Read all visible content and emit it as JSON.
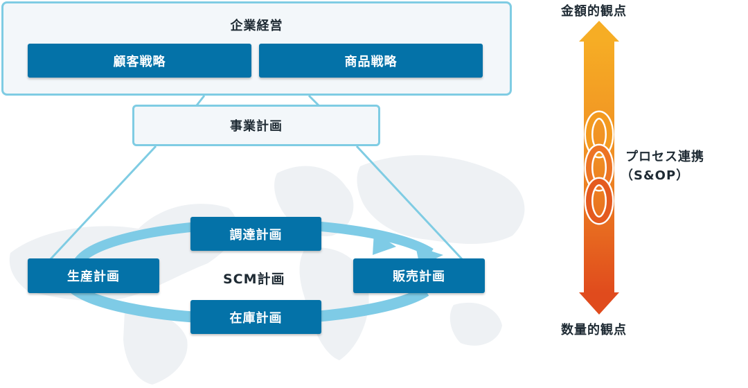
{
  "business": {
    "title": "企業経営",
    "customer_strategy": "顧客戦略",
    "product_strategy": "商品戦略",
    "business_plan": "事業計画"
  },
  "scm": {
    "label": "SCM計画",
    "procurement": "調達計画",
    "production": "生産計画",
    "sales": "販売計画",
    "inventory": "在庫計画"
  },
  "axis": {
    "top_label": "金額的観点",
    "bottom_label": "数量的観点",
    "process_label": "プロセス連携",
    "process_sub": "（S&OP）"
  },
  "colors": {
    "box_blue": "#0472a8",
    "frame_line": "#7fcce3",
    "arrow_top": "#f6ad25",
    "arrow_bottom": "#e04b1d"
  }
}
